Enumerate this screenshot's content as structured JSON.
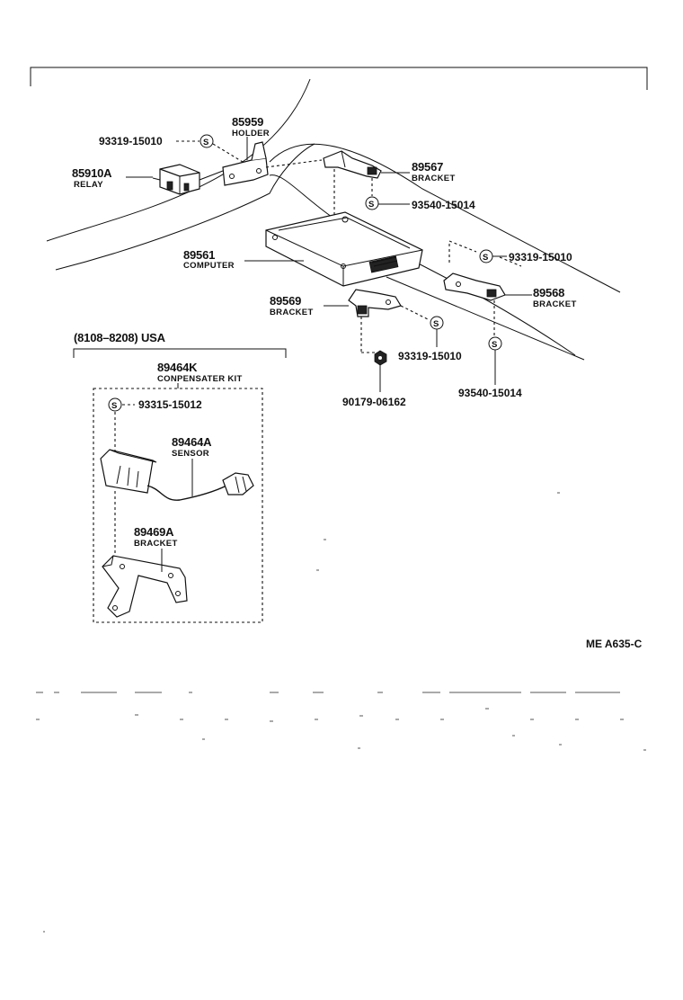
{
  "parts": {
    "holder": {
      "number": "85959",
      "name": "HOLDER"
    },
    "relay": {
      "number": "85910A",
      "name": "RELAY"
    },
    "bracket_top": {
      "number": "89567",
      "name": "BRACKET"
    },
    "computer": {
      "number": "89561",
      "name": "COMPUTER"
    },
    "bracket_mid": {
      "number": "89569",
      "name": "BRACKET"
    },
    "bracket_right": {
      "number": "89568",
      "name": "BRACKET"
    },
    "kit": {
      "number": "89464K",
      "name": "CONPENSATER KIT"
    },
    "sensor": {
      "number": "89464A",
      "name": "SENSOR"
    },
    "kit_bracket": {
      "number": "89469A",
      "name": "BRACKET"
    }
  },
  "fasteners": {
    "screw_holder": "93319-15010",
    "screw_bracket_top": "93540-15014",
    "screw_right_upper": "93319-15010",
    "screw_mid": "93319-15010",
    "screw_right_lower": "93540-15014",
    "nut": "90179-06162",
    "screw_kit": "93315-15012"
  },
  "symbols": {
    "screw": "S"
  },
  "kit_group": {
    "heading": "(8108–8208) USA"
  },
  "figure_ref": "ME  A635-C"
}
